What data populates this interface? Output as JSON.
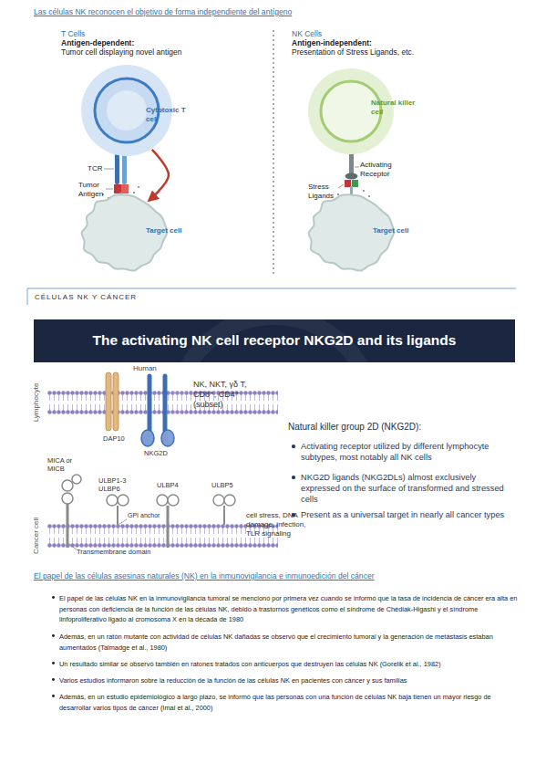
{
  "diagram": {
    "title": "Las células NK reconocen el objetivo de forma independiente del antígeno",
    "nodes": [
      {
        "text": [
          "Cytotoxic T cell"
        ]
      },
      {
        "text": [
          "Natural killer cell"
        ]
      },
      {
        "text": [
          "Target cell"
        ]
      },
      {
        "text": [
          "Target cell"
        ]
      },
      {
        "text": [
          "The activating NK cell receptor NKG2D and its ligands"
        ]
      }
    ],
    "edges": [
      {
        "from": 0,
        "to": 2,
        "arrow": "to"
      }
    ],
    "labels": [
      "T Cells",
      "Antigen-dependent:",
      "Tumor cell displaying novel antigen",
      "TCR",
      "Tumor Antigen",
      "NK Cells",
      "Antigen-independent:",
      "Presentation of Stress Ligands, etc.",
      "Activating Receptor",
      "Stress Ligands",
      "CÉLULAS NK Y CÁNCER",
      "Human",
      "Lymphocyte",
      "DAP10",
      "NKG2D",
      "NK, NKT, γδ T, CD8⁺, CD4⁺ (subset)",
      "Natural killer group 2D (NKG2D):",
      "Activating receptor utilized by different lymphocyte subtypes, most notably all NK cells",
      "NKG2D ligands (NKG2DLs) almost exclusively expressed on the surface of transformed and stressed cells",
      "Present as a universal target in nearly all cancer types",
      "MICA or MICB",
      "ULBP1-3 ULBP6",
      "ULBP4",
      "ULBP5",
      "GPI anchor",
      "Transmembrane domain",
      "Cancer cell",
      "cell stress, DNA damage, infection, TLR signaling",
      "El papel de las células asesinas naturales (NK) en la inmunovigilancia e inmunoedición del cáncer",
      "El papel de las células NK en la inmunovigilancia tumoral se mencionó por primera vez cuando se informó que la tasa de incidencia de cáncer era alta en personas con deficiencia de la función de las células NK, debido a trastornos genéticos como el síndrome de Chédiak-Higashi y el síndrome linfoproliferativo ligado al cromosoma X en la década de 1980",
      "Además, en un ratón mutante con actividad de células NK dañadas se observó que el crecimiento tumoral y la generación de metástasis estaban aumentados (Talmadge et al., 1980)",
      "Un resultado similar se observó también en ratones tratados con anticuerpos que destruyen las células NK (Gorelik et al., 1982)",
      "Varios estudios informaron sobre la reducción de la función de las células NK en pacientes con cáncer y sus familias",
      "Además, en un estudio epidemiológico a largo plazo, se informó que las personas con una función de células NK baja tienen un mayor riesgo de desarrollar varios tipos de cáncer (Imai et al., 2000)"
    ]
  }
}
